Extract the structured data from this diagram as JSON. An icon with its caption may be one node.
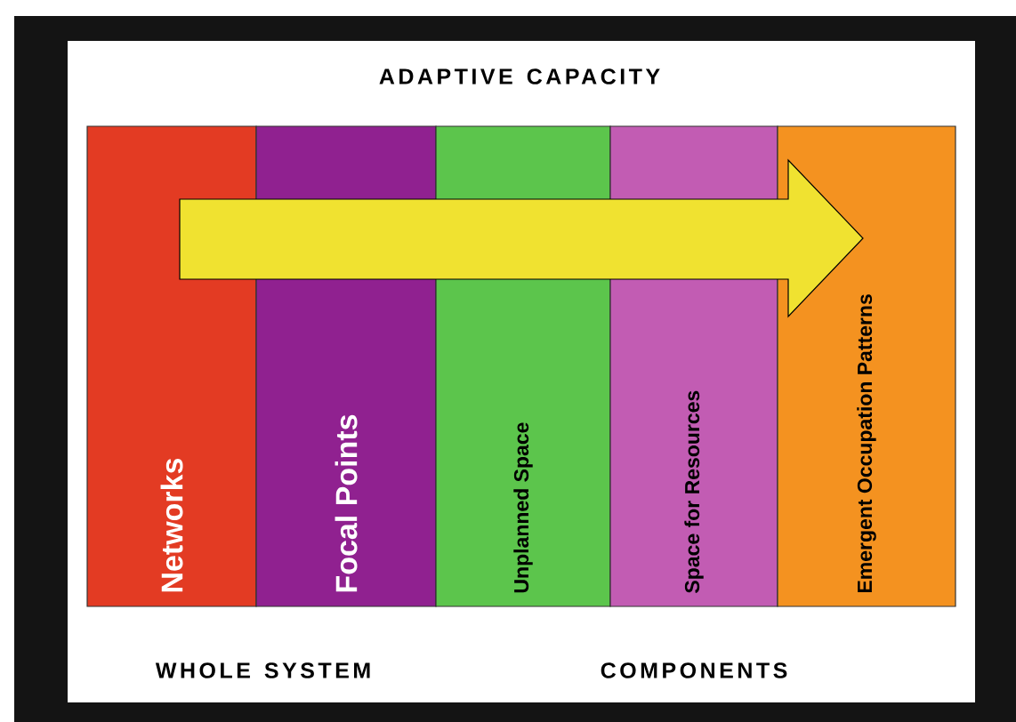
{
  "diagram": {
    "title": "ADAPTIVE CAPACITY",
    "nodes": [
      {
        "text": [
          "Networks"
        ]
      },
      {
        "text": [
          "Focal Points"
        ]
      },
      {
        "text": [
          "Unplanned Space"
        ]
      },
      {
        "text": [
          "Space for Resources"
        ]
      },
      {
        "text": [
          "Emergent Occupation Patterns"
        ]
      }
    ],
    "edges": [],
    "labels": [
      "WHOLE SYSTEM",
      "COMPONENTS"
    ]
  }
}
